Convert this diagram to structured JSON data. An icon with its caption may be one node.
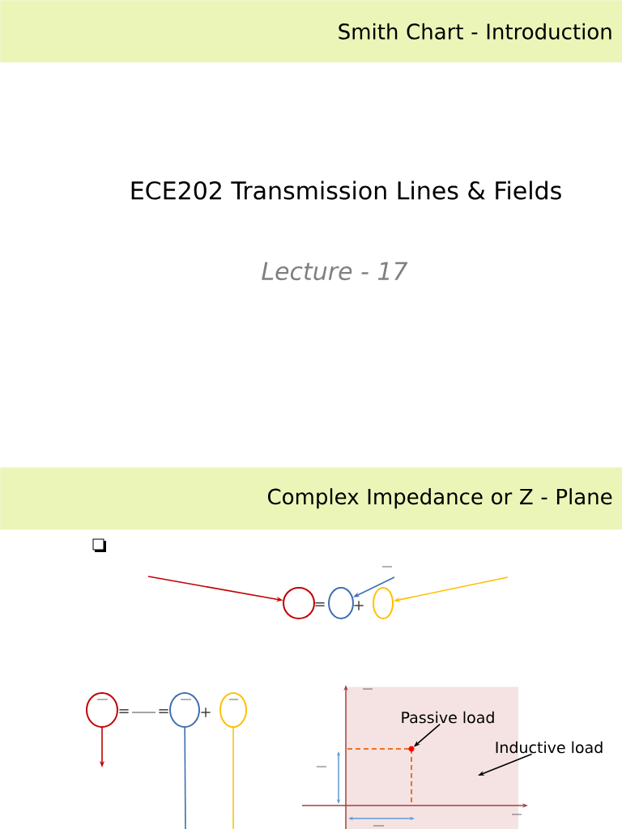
{
  "diagram": {
    "nodes": [
      {
        "text": [
          "Smith Chart - Introduction"
        ]
      },
      {
        "text": [
          "Complex Impedance or Z - Plane"
        ]
      },
      {
        "text": [],
        "shape": "circle"
      },
      {
        "text": [],
        "shape": "circle"
      },
      {
        "text": [],
        "shape": "circle"
      },
      {
        "text": [],
        "shape": "circle"
      },
      {
        "text": [],
        "shape": "circle"
      },
      {
        "text": [],
        "shape": "circle"
      },
      {
        "text": [],
        "shape": "box"
      },
      {
        "text": [
          "Passive load"
        ],
        "in": 8
      },
      {
        "text": [],
        "shape": "circle",
        "in": 8
      },
      {
        "text": [
          "Inductive load"
        ]
      }
    ],
    "edges": [
      {
        "from": null,
        "to": 2,
        "arrow": "to",
        "color": "#c00000"
      },
      {
        "from": null,
        "to": 3,
        "arrow": "to",
        "color": "#3e6fb0"
      },
      {
        "from": null,
        "to": 4,
        "arrow": "to",
        "color": "#ffc000"
      },
      {
        "from": 5,
        "to": null,
        "arrow": "to",
        "color": "#c00000"
      },
      {
        "from": 6,
        "to": null,
        "arrow": "none",
        "color": "#3e6fb0"
      },
      {
        "from": 7,
        "to": null,
        "arrow": "none",
        "color": "#ffc000"
      },
      {
        "from": 9,
        "to": 10,
        "arrow": "to",
        "color": "#000000"
      },
      {
        "from": 11,
        "to": null,
        "arrow": "to",
        "color": "#000000"
      }
    ],
    "labels": [
      "ECE202 Transmission Lines & Fields",
      "Lecture - 17",
      "=",
      "+",
      "=",
      "=",
      "+"
    ]
  }
}
